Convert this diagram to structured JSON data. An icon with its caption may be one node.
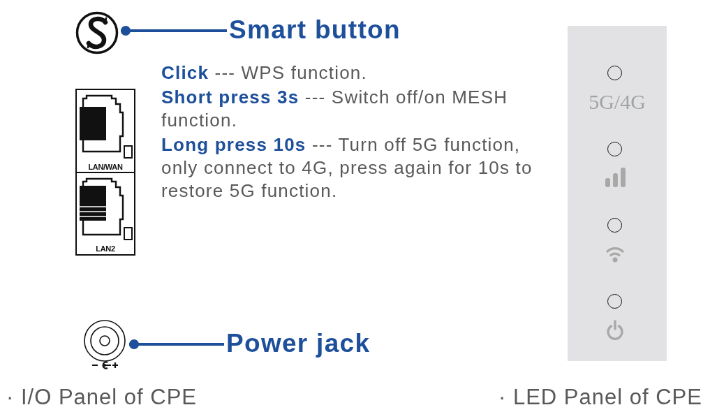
{
  "diagram": {
    "nodes": [
      {
        "text": [],
        "shape": "picture"
      },
      {
        "text": [
          "Smart button"
        ]
      },
      {
        "text": [
          "LAN/WAN"
        ]
      },
      {
        "text": [
          "LAN2"
        ]
      },
      {
        "text": [],
        "shape": "picture"
      },
      {
        "text": [
          "Power jack"
        ]
      },
      {
        "text": [],
        "shape": "box"
      },
      {
        "text": [],
        "shape": "circle",
        "in": 6,
        "beside": [
          "5G/4G"
        ]
      },
      {
        "text": [],
        "shape": "circle",
        "in": 6
      },
      {
        "text": [],
        "shape": "circle",
        "in": 6
      },
      {
        "text": [],
        "shape": "circle",
        "in": 6
      }
    ],
    "edges": [
      {
        "from": 1,
        "to": 0,
        "arrow": "other"
      },
      {
        "from": 5,
        "to": 4,
        "arrow": "other"
      }
    ],
    "labels": [
      "**Click** --- WPS function.",
      "**Short press 3s** --- Switch off/on MESH function.",
      "**Long press 10s** --- Turn off 5G function, only connect to 4G, press again for 10s to restore 5G function.",
      "· I/O Panel of CPE",
      "· LED Panel of CPE"
    ]
  }
}
